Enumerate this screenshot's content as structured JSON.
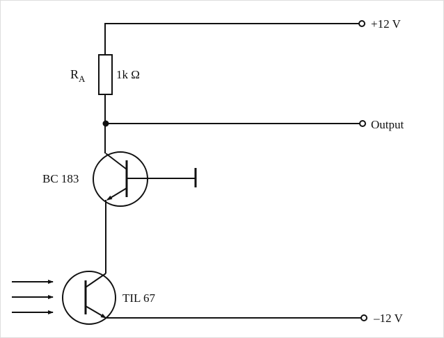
{
  "terminals": {
    "positive_supply": "+12 V",
    "output": "Output",
    "negative_supply": "–12 V"
  },
  "resistor": {
    "name": "R",
    "subscript": "A",
    "value": "1k Ω"
  },
  "transistor_amp": {
    "label": "BC 183"
  },
  "phototransistor": {
    "label": "TIL 67"
  },
  "colors": {
    "ink": "#111111",
    "background": "#ffffff"
  }
}
